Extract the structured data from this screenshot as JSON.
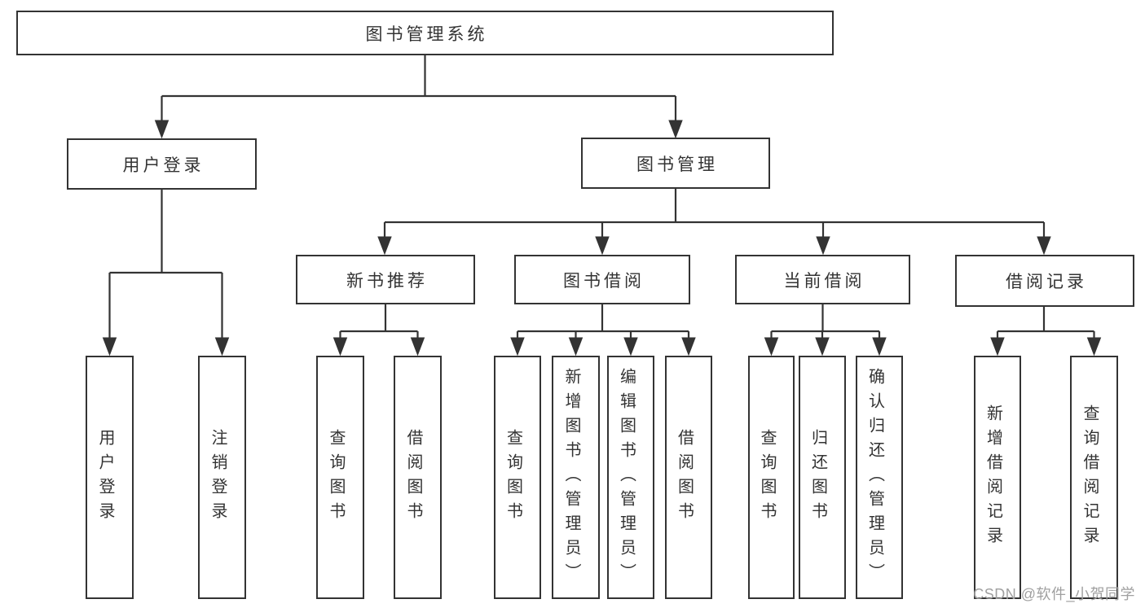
{
  "diagram": {
    "root": {
      "label": "图书管理系统"
    },
    "branches": [
      {
        "label": "用户登录",
        "leaves": [
          "用户登录",
          "注销登录"
        ]
      },
      {
        "label": "图书管理",
        "groups": [
          {
            "label": "新书推荐",
            "leaves": [
              "查询图书",
              "借阅图书"
            ]
          },
          {
            "label": "图书借阅",
            "leaves": [
              "查询图书",
              "新增图书（管理员）",
              "编辑图书（管理员）",
              "借阅图书"
            ]
          },
          {
            "label": "当前借阅",
            "leaves": [
              "查询图书",
              "归还图书",
              "确认归还（管理员）"
            ]
          },
          {
            "label": "借阅记录",
            "leaves": [
              "新增借阅记录",
              "查询借阅记录"
            ]
          }
        ]
      }
    ]
  },
  "watermark": {
    "text": "CSDN @软件_小贺同学"
  },
  "colors": {
    "line": "#333333",
    "text": "#333333",
    "watermark": "#a0a0a0",
    "background": "#ffffff"
  }
}
